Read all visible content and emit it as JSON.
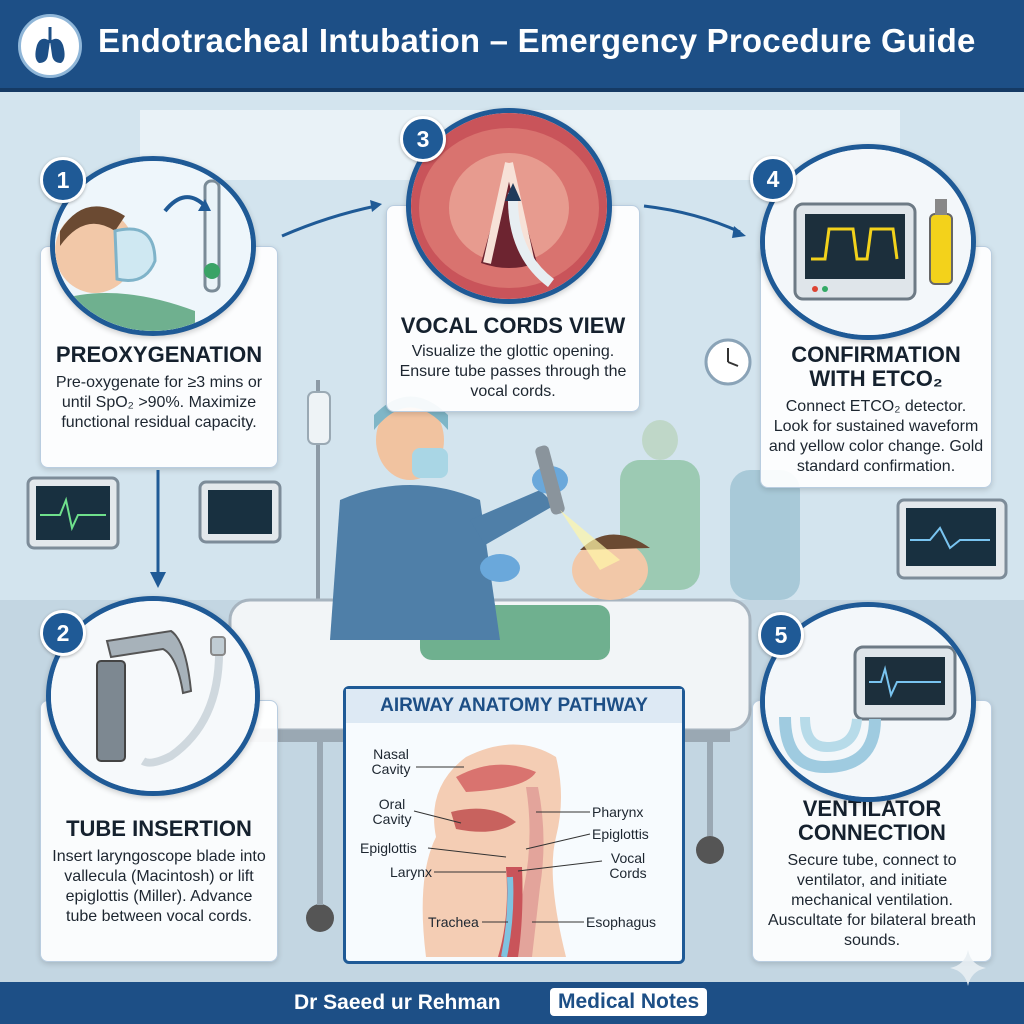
{
  "header": {
    "title": "Endotracheal Intubation – Emergency Procedure Guide",
    "logo_icon": "lungs-icon"
  },
  "steps": [
    {
      "number": "1",
      "title": "PREOXYGENATION",
      "text": "Pre-oxygenate for ≥3 mins or until SpO₂ >90%. Maximize functional residual capacity.",
      "icon": "oxygen-mask-icon"
    },
    {
      "number": "2",
      "title": "TUBE INSERTION",
      "text": "Insert laryngoscope blade into vallecula (Macintosh) or lift epiglottis (Miller). Advance tube between vocal cords.",
      "icon": "laryngoscope-icon"
    },
    {
      "number": "3",
      "title": "VOCAL CORDS VIEW",
      "text": "Visualize the glottic opening. Ensure tube passes through the vocal cords.",
      "icon": "vocal-cords-icon"
    },
    {
      "number": "4",
      "title": "CONFIRMATION WITH ETCO₂",
      "text": "Connect ETCO₂ detector. Look for sustained waveform and yellow color change. Gold standard confirmation.",
      "icon": "capnography-monitor-icon"
    },
    {
      "number": "5",
      "title": "VENTILATOR CONNECTION",
      "text": "Secure tube, connect to ventilator, and initiate mechanical ventilation. Auscultate for bilateral breath sounds.",
      "icon": "ventilator-icon"
    }
  ],
  "anatomy": {
    "title": "AIRWAY ANATOMY PATHWAY",
    "labels": {
      "nasal_cavity": "Nasal Cavity",
      "oral_cavity": "Oral Cavity",
      "epiglottis_left": "Epiglottis",
      "larynx": "Larynx",
      "trachea": "Trachea",
      "pharynx": "Pharynx",
      "epiglottis_right": "Epiglottis",
      "vocal_cords": "Vocal Cords",
      "esophagus": "Esophagus"
    }
  },
  "footer": {
    "author": "Dr Saeed ur Rehman",
    "badge": "Medical Notes"
  },
  "colors": {
    "primary": "#1d4f86",
    "accent_yellow": "#f3d21b",
    "tissue": "#d9736f"
  }
}
